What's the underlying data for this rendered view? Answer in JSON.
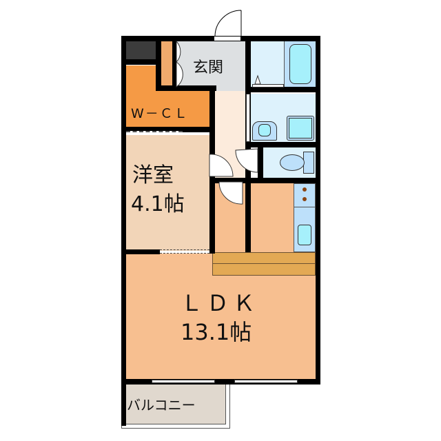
{
  "plan": {
    "rooms": [
      {
        "id": "genkan",
        "label": "玄関",
        "color": "#dde0e2"
      },
      {
        "id": "wcl",
        "label": "W－ＣＬ",
        "color": "#f59a45"
      },
      {
        "id": "western_room",
        "label": "洋室",
        "area": "4.1帖",
        "color": "#f2d5b8"
      },
      {
        "id": "ldk",
        "label": "ＬＤＫ",
        "area": "13.1帖",
        "color": "#f7bf90"
      },
      {
        "id": "balcony",
        "label": "バルコニー",
        "color": "#e0d8ce"
      },
      {
        "id": "bathroom",
        "label": "",
        "color": "#ddf2fc"
      },
      {
        "id": "washroom",
        "label": "",
        "color": "#ddf2fc"
      },
      {
        "id": "toilet",
        "label": "",
        "color": "#ddf2fc"
      },
      {
        "id": "hallway",
        "label": "",
        "color": "#fcebdc"
      },
      {
        "id": "storage",
        "label": "",
        "color": "#f7bf90"
      },
      {
        "id": "kitchen",
        "label": "",
        "color": "#f7bf90"
      }
    ],
    "colors": {
      "wall": "#000000",
      "shoe_closet": "#f0aa6c",
      "dark_block": "#3c3c3c",
      "counter": "#e3a954",
      "fixture_blue": "#bde0fa",
      "fixture_cyan": "#a6f0fb",
      "burner": "#8b4513"
    }
  }
}
